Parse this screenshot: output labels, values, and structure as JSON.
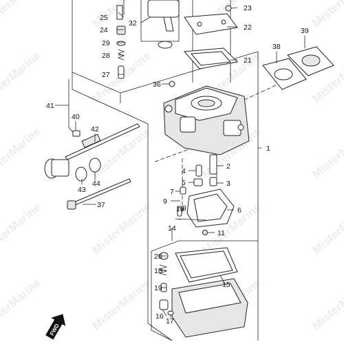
{
  "watermark": "MisterMarine",
  "fwd_label": "FWD",
  "callouts": [
    {
      "id": "c1",
      "label": "1"
    },
    {
      "id": "c2",
      "label": "2"
    },
    {
      "id": "c3",
      "label": "3"
    },
    {
      "id": "c4",
      "label": "4"
    },
    {
      "id": "c5",
      "label": "5"
    },
    {
      "id": "c6",
      "label": "6"
    },
    {
      "id": "c7",
      "label": "7"
    },
    {
      "id": "c8",
      "label": "8"
    },
    {
      "id": "c9",
      "label": "9"
    },
    {
      "id": "c10",
      "label": "10"
    },
    {
      "id": "c11",
      "label": "11"
    },
    {
      "id": "c14",
      "label": "14"
    },
    {
      "id": "c15",
      "label": "15"
    },
    {
      "id": "c16",
      "label": "16"
    },
    {
      "id": "c17",
      "label": "17"
    },
    {
      "id": "c18",
      "label": "18"
    },
    {
      "id": "c19",
      "label": "19"
    },
    {
      "id": "c20",
      "label": "20"
    },
    {
      "id": "c21",
      "label": "21"
    },
    {
      "id": "c22",
      "label": "22"
    },
    {
      "id": "c23",
      "label": "23"
    },
    {
      "id": "c24",
      "label": "24"
    },
    {
      "id": "c25",
      "label": "25"
    },
    {
      "id": "c27",
      "label": "27"
    },
    {
      "id": "c28",
      "label": "28"
    },
    {
      "id": "c29",
      "label": "29"
    },
    {
      "id": "c32",
      "label": "32"
    },
    {
      "id": "c36",
      "label": "36"
    },
    {
      "id": "c37",
      "label": "37"
    },
    {
      "id": "c38",
      "label": "38"
    },
    {
      "id": "c39",
      "label": "39"
    },
    {
      "id": "c40",
      "label": "40"
    },
    {
      "id": "c41",
      "label": "41"
    },
    {
      "id": "c42",
      "label": "42"
    },
    {
      "id": "c43",
      "label": "43"
    },
    {
      "id": "c44",
      "label": "44"
    }
  ]
}
